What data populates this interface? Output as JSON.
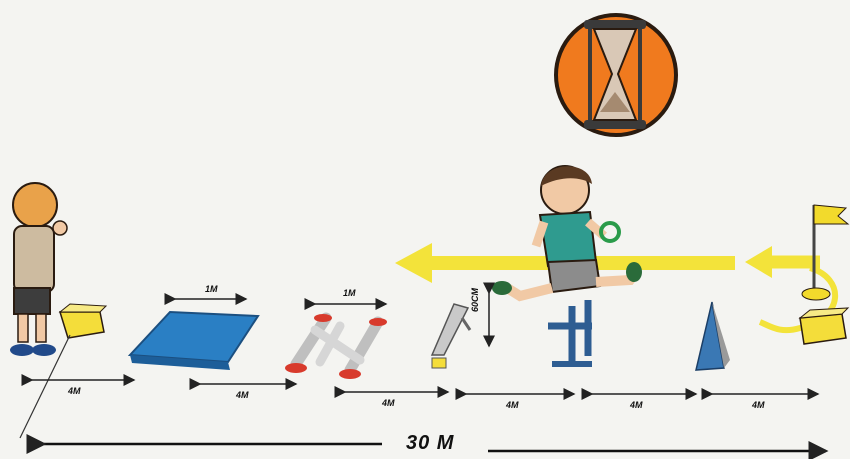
{
  "course": {
    "total_length_label": "30 M",
    "obstacle_width_labels": [
      "1M",
      "1M"
    ],
    "height_label": "60CM",
    "segment_labels": [
      "4M",
      "4M",
      "4M",
      "4M",
      "4M",
      "4M"
    ]
  },
  "icons": {
    "timer": "hourglass-icon",
    "start_flag": "flag-icon"
  },
  "colors": {
    "timer_disc": "#f07a1e",
    "mat": "#2a7fc4",
    "return_arrow": "#f3e33a",
    "basket": "#f4dd3a",
    "cone": "#3a78b4",
    "hurdle": "#2e5d92",
    "runner_shirt": "#2f9b8f"
  }
}
